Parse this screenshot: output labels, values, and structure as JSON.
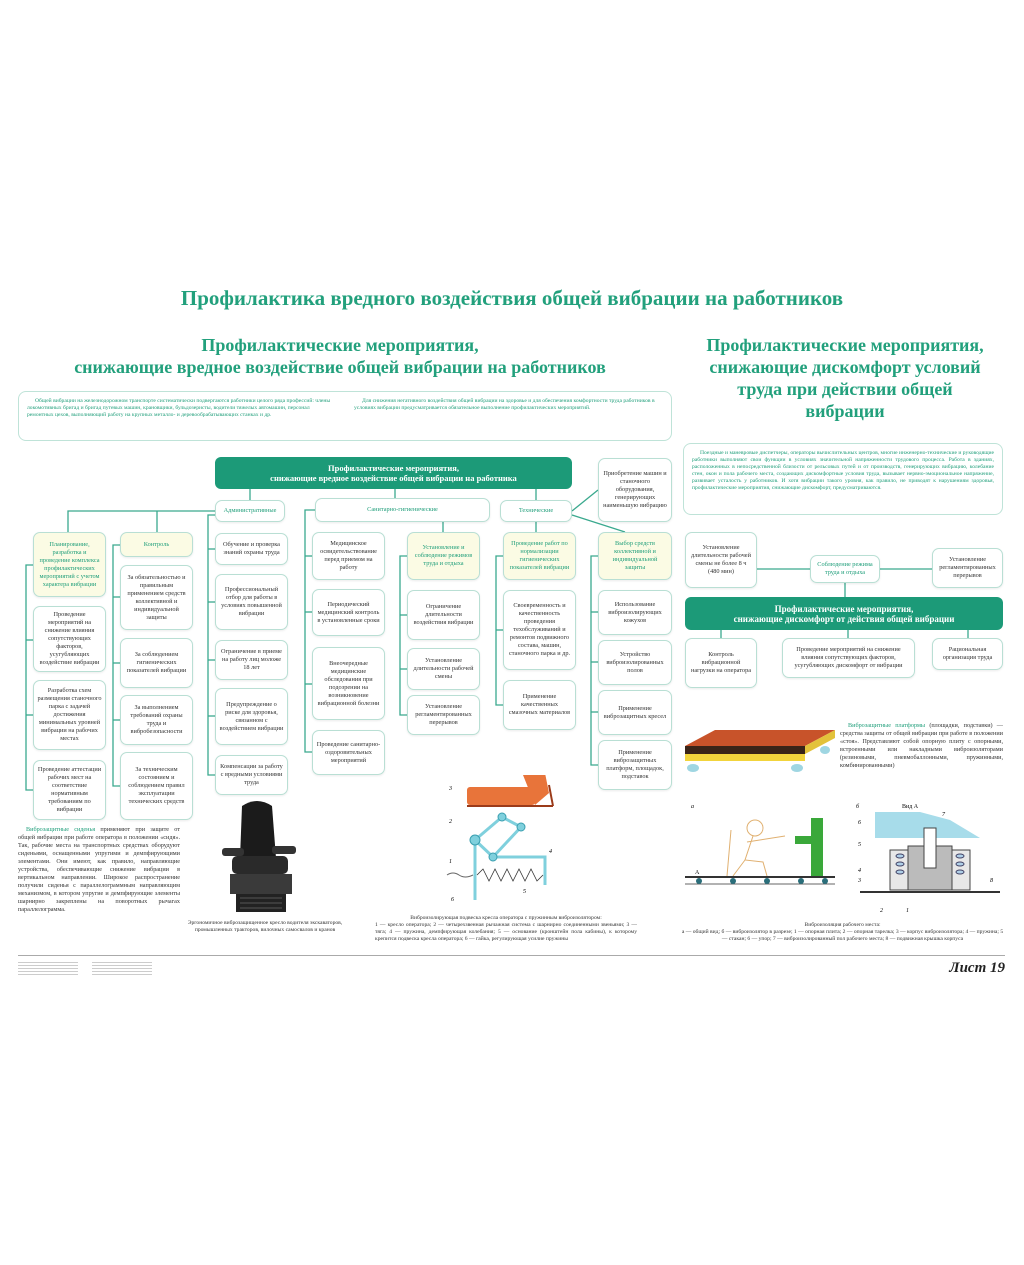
{
  "title": "Профилактика вредного воздействия общей вибрации на работников",
  "left": {
    "subtitle_line1": "Профилактические мероприятия,",
    "subtitle_line2": "снижающие вредное воздействие общей вибрации на работников",
    "intro_1": "Общей вибрации на железнодорожном транспорте систематически подвергаются работники целого ряда профессий: члены локомотивных бригад и бригад путевых машин, крановщики, бульдозеристы, водители тяжелых автомашин, персонал ремонтных цехов, выполняющий работу на крупных металло- и деревообрабатывающих станках и др.",
    "intro_2": "Для снижения негативного воздействия общей вибрации на здоровье и для обеспечения комфортности труда работников в условиях вибрации предусматривается обязательное выполнение профилактических мероприятий.",
    "central_line1": "Профилактические мероприятия,",
    "central_line2": "снижающие вредное воздействие общей вибрации на работника",
    "purchase": "Приобретение машин и станочного оборудования, генерирующих наименьшую вибрацию",
    "cat_admin": "Административные",
    "cat_sanitary": "Санитарно-гигиенические",
    "cat_tech": "Технические",
    "col1": [
      "Планирование, разработка и проведение комплекса профилактических мероприятий с учетом характера вибрации",
      "Проведение мероприятий на снижение влияния сопутствующих факторов, усугубляющих воздействие вибрации",
      "Разработка схем размещения станочного парка с задачей достижения минимальных уровней вибрации на рабочих местах",
      "Проведение аттестации рабочих мест на соответствие нормативным требованиям по вибрации"
    ],
    "col2": [
      "Контроль",
      "За обязательностью и правильным применением средств коллективной и индивидуальной защиты",
      "За соблюдением гигиенических показателей вибрации",
      "За выполнением требований охраны труда и вибробезопасности",
      "За техническим состоянием и соблюдением правил эксплуатации технических средств"
    ],
    "col3": [
      "Обучение и проверка знаний охраны труда",
      "Профессиональный отбор для работы в условиях повышенной вибрации",
      "Ограничение в приеме на работу лиц моложе 18 лет",
      "Предупреждение о риске для здоровья, связанном с воздействием вибрации",
      "Компенсации за работу с вредными условиями труда"
    ],
    "col4": [
      "Медицинское освидетельствование перед приемом на работу",
      "Периодический медицинский контроль в установленные сроки",
      "Внеочередные медицинские обследования при подозрении на возникновение вибрационной болезни",
      "Проведение санитарно-оздоровительных мероприятий"
    ],
    "col5": [
      "Установление и соблюдение режимов труда и отдыха",
      "Ограничение длительности воздействия вибрации",
      "Установление длительности рабочей смены",
      "Установление регламентированных перерывов"
    ],
    "col6": [
      "Проведение работ по нормализации гигиенических показателей вибрации",
      "Своевременность и качественность проведения техобслуживаний и ремонтов подвижного состава, машин, станочного парка и др.",
      "Применение качественных смазочных материалов"
    ],
    "col7": [
      "Выбор средств коллективной и индивидуальной защиты",
      "Использование виброизолирующих кожухов",
      "Устройство виброизолированных полов",
      "Применение виброзащитных кресел",
      "Применение виброзащитных платформ, площадок, подставок"
    ],
    "seats_highlight": "Виброзащитные сиденья",
    "seats_text": "применяют при защите от общей вибрации при работе оператора в положении «сидя». Так, рабочие места на транспортных средствах оборудуют сиденьями, оснащенными упругими и демпфирующими элементами. Они имеют, как правило, направляющие устройства, обеспечивающие снижение вибрации в вертикальном направлении. Широкое распространение получили сиденья с параллелограммным направляющим механизмом, в котором упругие и демпфирующие элементы шарнирно закреплены на поворотных рычагах параллелограмма.",
    "chair_caption": "Эргономичное виброзащищенное кресло водителя экскаваторов, промышленных тракторов, вилочных самосвалов и кранов",
    "suspension_caption_title": "Виброизолирующая подвеска кресла оператора с пружинным виброизолятором:",
    "suspension_caption_text": "1 — кресло оператора; 2 — четырехзвенная рычажная система с шарнирно соединенными звеньями; 3 — тяга; 4 — пружина, демпфирующая колебания; 5 — основание (кронштейн пола кабины), к которому крепится подвеска кресла оператора; 6 — гайка, регулирующая усилие пружины",
    "suspension_labels": [
      "1",
      "2",
      "3",
      "4",
      "5",
      "6"
    ]
  },
  "right": {
    "subtitle_line1": "Профилактические мероприятия,",
    "subtitle_line2": "снижающие дискомфорт условий",
    "subtitle_line3": "труда при действии общей",
    "subtitle_line4": "вибрации",
    "intro": "Поездные и маневровые диспетчеры, операторы вычислительных центров, многие инженерно-технические и руководящие работники выполняют свои функции в условиях значительной напряженности трудового процесса. Работа в зданиях, расположенных в непосредственной близости от рельсовых путей и от производств, генерирующих вибрацию, колебание стен, окон и пола рабочего места, создающих дискомфортные условия труда, вызывает нервно-эмоциональное напряжение, развивает усталость у работников. И хотя вибрации такого уровня, как правило, не приводят к нарушениям здоровья, профилактические мероприятия, снижающие дискомфорт, предусматриваются.",
    "shift": "Установление длительности рабочей смены не более 8 ч (480 мин)",
    "regime": "Соблюдение режима труда и отдыха",
    "breaks": "Установление регламентированных перерывов",
    "central_line1": "Профилактические мероприятия,",
    "central_line2": "снижающие дискомфорт от действия общей вибрации",
    "control": "Контроль вибрационной нагрузки на оператора",
    "factors": "Проведение мероприятий на снижение влияния сопутствующих факторов, усугубляющих дискомфорт от вибрации",
    "organization": "Рациональная организация труда",
    "platforms_highlight": "Виброзащитные платформы",
    "platforms_text": "(площадки, подставки) — средства защиты от общей вибрации при работе в положении «стоя». Представляют собой опорную плиту с опорными, встроенными или накладными виброизоляторами (резиновыми, пневмобаллонными, пружинными, комбинированными)",
    "diagram_a": "а",
    "diagram_b": "б",
    "view_a": "Вид А",
    "point_a": "А",
    "iso_labels": [
      "1",
      "2",
      "3",
      "4",
      "5",
      "6",
      "7",
      "8"
    ],
    "iso_caption_title": "Виброизоляция рабочего места:",
    "iso_caption_text": "а — общий вид; б — виброизолятор в разрезе; 1 — опорная плита; 2 — опорная тарелка; 3 — корпус виброизолятора; 4 — пружина; 5 — стакан; 6 — упор; 7 — виброизолированный пол рабочего места; 8 — подвижная крышка корпуса"
  },
  "footer": {
    "sheet": "Лист 19"
  },
  "colors": {
    "accent": "#1c9a78",
    "header_fill": "#1c9a78",
    "highlight_box": "#fbfbe4",
    "line": "#3aa98e"
  }
}
